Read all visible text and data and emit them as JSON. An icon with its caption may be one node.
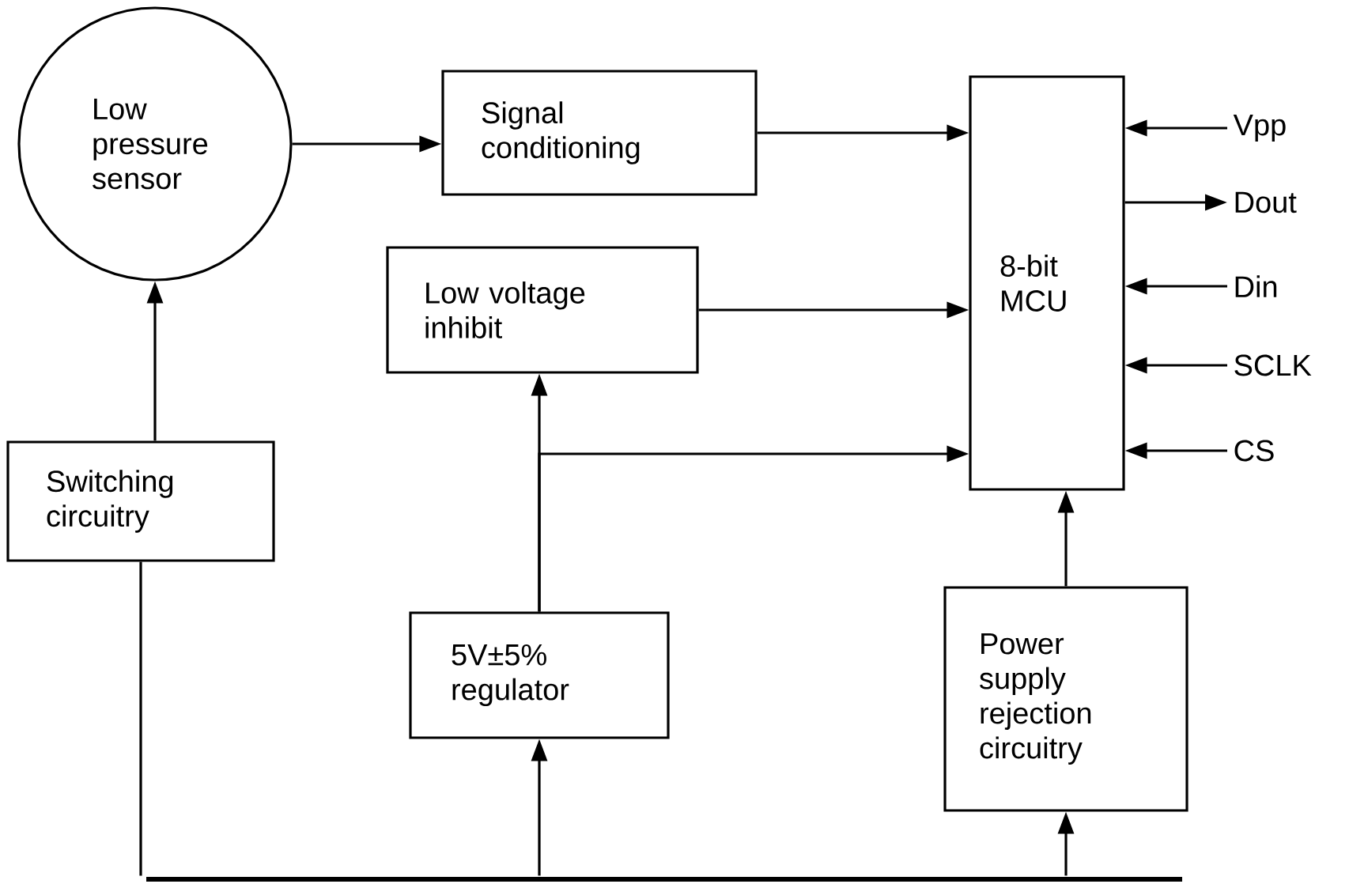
{
  "diagram": {
    "nodes": [
      {
        "text": [
          "Low pressure sensor"
        ]
      },
      {
        "text": [
          "Signal conditioning"
        ]
      },
      {
        "text": [
          "Low voltage inhibit"
        ]
      },
      {
        "text": [
          "8-bit MCU"
        ]
      },
      {
        "text": [
          "Vpp"
        ]
      },
      {
        "text": [
          "Dout"
        ]
      },
      {
        "text": [
          "Din"
        ]
      },
      {
        "text": [
          "SCLK"
        ]
      },
      {
        "text": [
          "CS"
        ]
      },
      {
        "text": [
          "Switching circuitry"
        ]
      },
      {
        "text": [
          "5V±5% regulator"
        ]
      },
      {
        "text": [
          "Power supply rejection circuitry"
        ]
      },
      {
        "text": [],
        "shape": "bar"
      }
    ],
    "edges": [
      {
        "from": 0,
        "to": 1,
        "arrow": "to"
      },
      {
        "from": 1,
        "to": 3,
        "arrow": "to"
      },
      {
        "from": 2,
        "to": 3,
        "arrow": "to"
      },
      {
        "from": 10,
        "to": 3,
        "arrow": "to"
      },
      {
        "from": 10,
        "to": 2,
        "arrow": "to"
      },
      {
        "from": 9,
        "to": 0,
        "arrow": "to"
      },
      {
        "from": 12,
        "to": 9,
        "arrow": "none"
      },
      {
        "from": 12,
        "to": 10,
        "arrow": "to"
      },
      {
        "from": 12,
        "to": 11,
        "arrow": "to"
      },
      {
        "from": 11,
        "to": 3,
        "arrow": "to"
      },
      {
        "from": 4,
        "to": 3,
        "arrow": "to"
      },
      {
        "from": 3,
        "to": 5,
        "arrow": "to"
      },
      {
        "from": 6,
        "to": 3,
        "arrow": "to"
      },
      {
        "from": 7,
        "to": 3,
        "arrow": "to"
      },
      {
        "from": 8,
        "to": 3,
        "arrow": "to"
      }
    ]
  }
}
